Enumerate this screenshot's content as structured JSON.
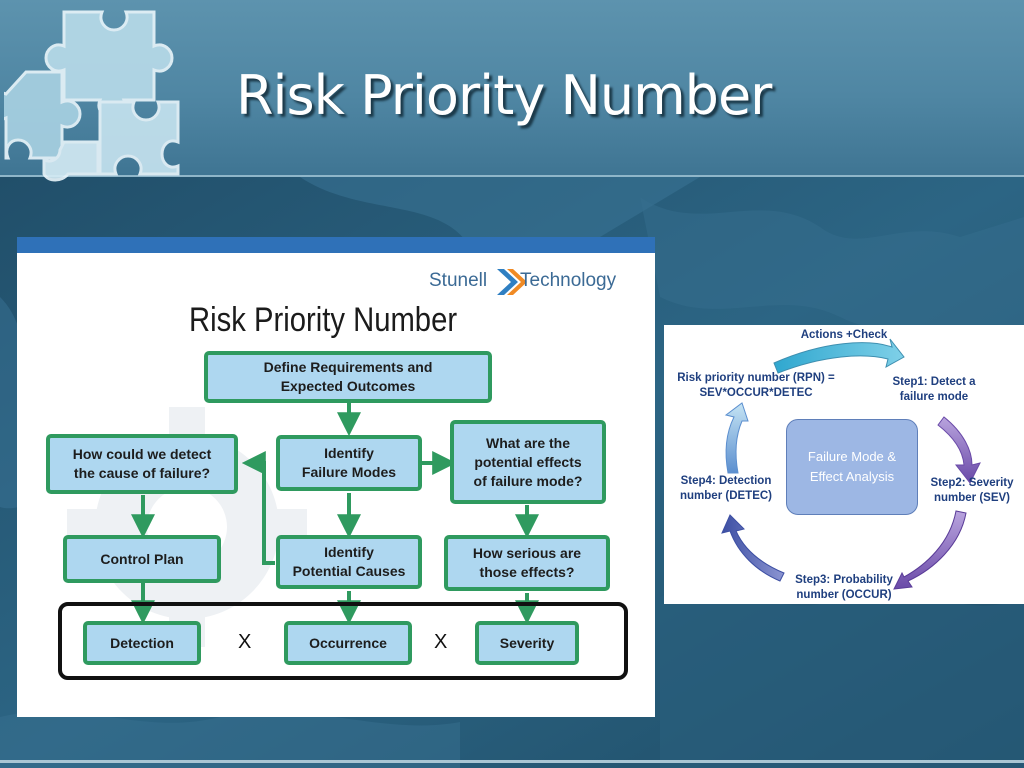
{
  "slide": {
    "title": "Risk Priority Number"
  },
  "flowchart": {
    "brand_left": "Stunell",
    "brand_right": "Technology",
    "title": "Risk Priority Number",
    "define_requirements": "Define Requirements and\nExpected Outcomes",
    "detect_cause": "How could we detect\nthe cause of failure?",
    "identify_failure_modes": "Identify\nFailure Modes",
    "potential_effects": "What are the\npotential effects\nof failure mode?",
    "control_plan": "Control Plan",
    "identify_potential_causes": "Identify\nPotential Causes",
    "how_serious": "How serious are\nthose effects?",
    "detection": "Detection",
    "occurrence": "Occurrence",
    "severity": "Severity",
    "multiply_1": "X",
    "multiply_2": "X"
  },
  "cycle": {
    "center": "Failure Mode &\nEffect Analysis",
    "actions_check": "Actions +Check",
    "rpn_formula": "Risk priority number (RPN) =\nSEV*OCCUR*DETEC",
    "step1": "Step1: Detect a\nfailure mode",
    "step2": "Step2: Severity\nnumber (SEV)",
    "step3": "Step3: Probability\nnumber (OCCUR)",
    "step4": "Step4: Detection\nnumber (DETEC)"
  },
  "colors": {
    "header": "#4f86a3",
    "background": "#2b5d7a",
    "flow_box_fill": "#aed7f0",
    "flow_box_border": "#2f9a5f",
    "panel_topbar": "#2f71b8",
    "cycle_center": "#9db7e4",
    "cycle_label": "#1f3f7f"
  },
  "icons": [
    "puzzle-pieces-icon",
    "brand-chevron-icon",
    "gear-watermark-icon"
  ]
}
